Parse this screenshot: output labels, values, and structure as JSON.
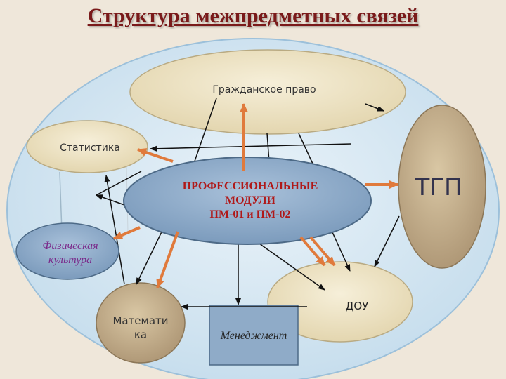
{
  "title": "Структура межпредметных связей",
  "nodes": {
    "civil_law": "Гражданское право",
    "statistics": "Статистика",
    "prof_modules": [
      "ПРОФЕССИОНАЛЬНЫЕ",
      "МОДУЛИ",
      "ПМ-01 и ПМ-02"
    ],
    "tgp": "ТГП",
    "physical_culture": [
      "Физическая",
      "культура"
    ],
    "mathematics": [
      "Математи",
      "ка"
    ],
    "management": "Менеджмент",
    "dou": "ДОУ"
  },
  "colors": {
    "background": "#efe7da",
    "outer_ellipse": "#d4e6f1",
    "beige_node": "#ede3c4",
    "tan_node": "#c9b48f",
    "blue_node": "#8fabc8",
    "orange_arrow": "#e07a3c",
    "title": "#7a1a1a",
    "modules_text": "#b01818",
    "physical_culture_text": "#7a2a8a",
    "tgp_text": "#33334d"
  }
}
